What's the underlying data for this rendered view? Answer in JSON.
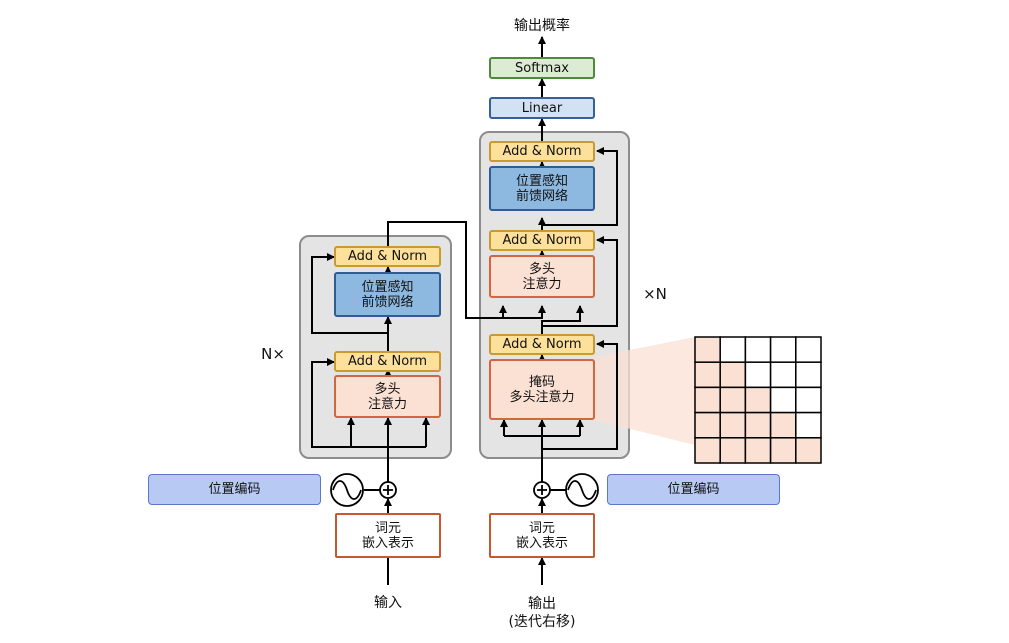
{
  "output_label": "输出概率",
  "softmax_label": "Softmax",
  "linear_label": "Linear",
  "encoder": {
    "repeat_label": "N×",
    "add_norm_top": "Add & Norm",
    "ffn": "位置感知\n前馈网络",
    "add_norm_bottom": "Add & Norm",
    "attention": "多头\n注意力",
    "pos_encoding": "位置编码",
    "embedding": "词元\n嵌入表示",
    "input_label": "输入"
  },
  "decoder": {
    "repeat_label": "×N",
    "add_norm_top": "Add & Norm",
    "ffn": "位置感知\n前馈网络",
    "add_norm_mid": "Add & Norm",
    "cross_attention": "多头\n注意力",
    "add_norm_bottom": "Add & Norm",
    "masked_attention": "掩码\n多头注意力",
    "pos_encoding": "位置编码",
    "embedding": "词元\n嵌入表示",
    "input_label": "输出\n(迭代右移)"
  },
  "mask_grid": {
    "rows": 5,
    "cols": 5,
    "pattern": "lower-triangular",
    "fill_color": "#fbe0d4",
    "empty_color": "#ffffff"
  },
  "colors": {
    "add_norm": "#fde19a",
    "ffn": "#8db8e0",
    "attention": "#fbe0d4",
    "linear": "#d3e1f5",
    "softmax": "#dcecd2",
    "pos_encoding": "#b8c9f4",
    "stack": "#e4e4e4"
  }
}
